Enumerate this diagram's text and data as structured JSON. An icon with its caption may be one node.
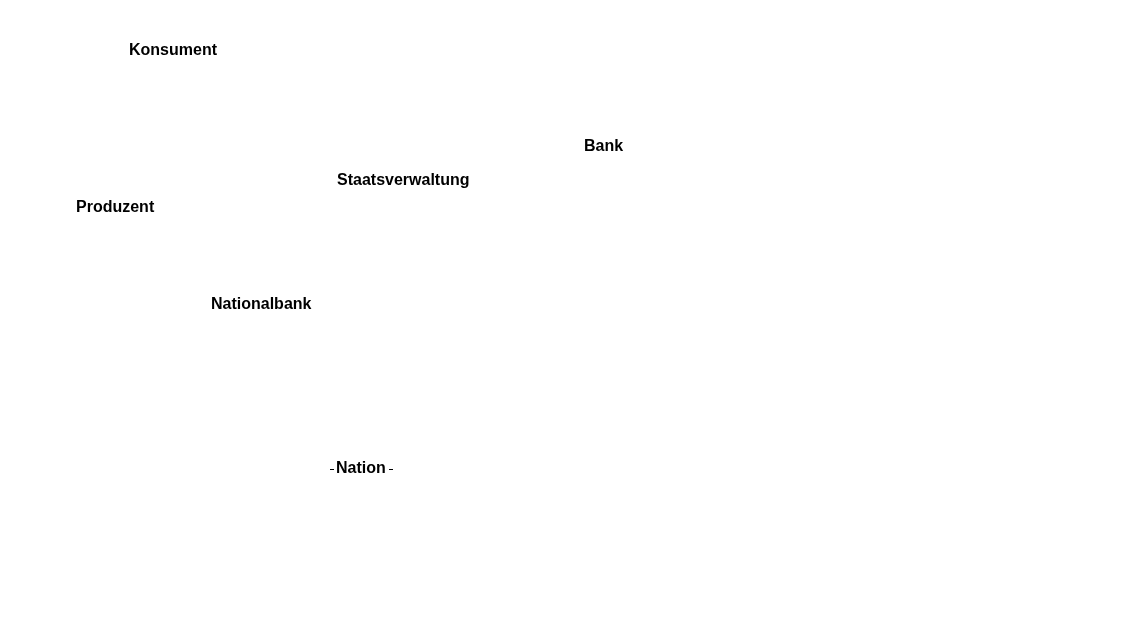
{
  "diagram": {
    "labels": [
      "Konsument",
      "Bank",
      "Staatsverwaltung",
      "Produzent",
      "Nationalbank",
      "Nation"
    ]
  }
}
